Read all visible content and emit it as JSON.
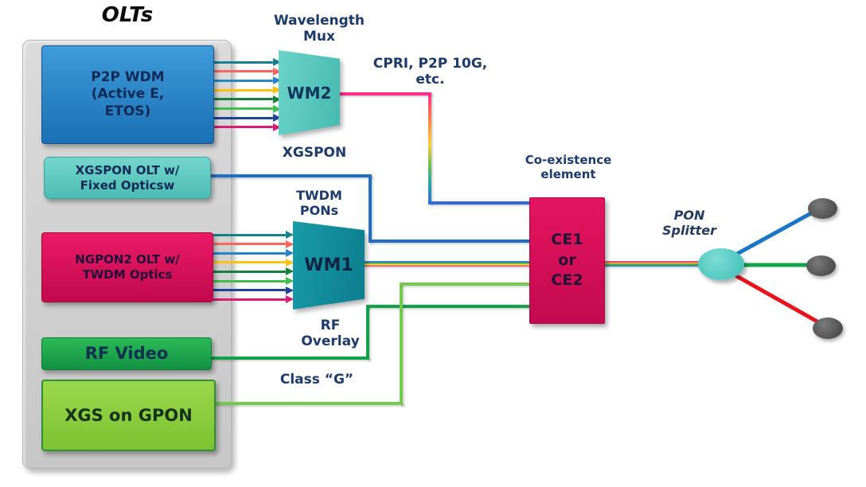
{
  "diagram": {
    "olts_title": "OLTs",
    "olt_boxes": {
      "p2p_wdm": {
        "label": "P2P WDM\n(Active E,\nETOS)",
        "color": "#2a86c8"
      },
      "xgspon_olt": {
        "label": "XGSPON OLT w/\nFixed Opticsw",
        "color": "#5ecdc5"
      },
      "ngpon2": {
        "label": "NGPON2 OLT w/\nTWDM Optics",
        "color": "#d90f5b"
      },
      "rf_video": {
        "label": "RF Video",
        "color": "#1fae4f"
      },
      "xgs_gpon": {
        "label": "XGS on GPON",
        "color": "#8cc63f"
      }
    },
    "muxes": {
      "wm2": {
        "label": "WM2",
        "caption_above": "Wavelength\nMux",
        "caption_below": "XGSPON",
        "color": "#5fcdc5"
      },
      "wm1": {
        "label": "WM1",
        "caption_above": "TWDM\nPONs",
        "caption_below": "RF\nOverlay",
        "color": "#12879b"
      }
    },
    "ce_box": {
      "label": "CE1\nor\nCE2",
      "caption_above": "Co-existence\nelement",
      "color": "#d90f5b"
    },
    "splitter": {
      "label": "PON\nSplitter",
      "color": "#5fd0ca",
      "output_count": 3,
      "branch_colors": {
        "top": "#1b75c8",
        "middle": "#12a24b",
        "bottom": "#e8131b"
      }
    },
    "annotations": {
      "cpri": "CPRI, P2P 10G,\netc.",
      "class_g": "Class “G”"
    },
    "wavelength_colors": [
      "#17808f",
      "#f9645e",
      "#2585c6",
      "#ffc20e",
      "#15803d",
      "#3fbf4a",
      "#20409a",
      "#d81b74"
    ],
    "line_colors": {
      "xgspon_line": "#1e6fc5",
      "cpri_pink": "#ff2e8e",
      "cpri_blue": "#2f6bd7",
      "rf_green": "#12a24b",
      "xgs_light_green": "#74ca4f",
      "rainbow_stripes": [
        "#2e86d0",
        "#3fae49",
        "#ffd23c",
        "#ef4b6e"
      ]
    }
  }
}
